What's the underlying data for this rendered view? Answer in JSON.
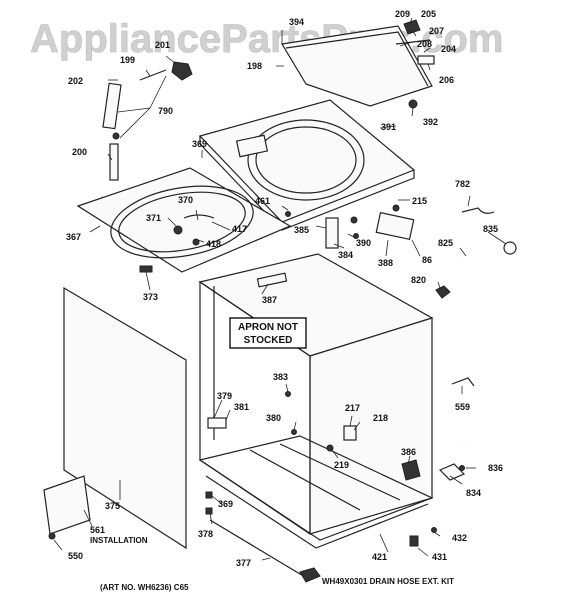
{
  "watermark": "AppliancePartsPros.com",
  "callouts": {
    "p394": "394",
    "p209": "209",
    "p205": "205",
    "p207": "207",
    "p208": "208",
    "p204": "204",
    "p206": "206",
    "p198": "198",
    "p392": "392",
    "p391": "391",
    "p201": "201",
    "p199": "199",
    "p202": "202",
    "p790": "790",
    "p369a": "369",
    "p200": "200",
    "p782": "782",
    "p215": "215",
    "p461": "461",
    "p370": "370",
    "p371": "371",
    "p417": "417",
    "p418": "418",
    "p367": "367",
    "p385": "385",
    "p390": "390",
    "p384": "384",
    "p388": "388",
    "p86": "86",
    "p825": "825",
    "p835": "835",
    "p820": "820",
    "p373": "373",
    "p387": "387",
    "p383": "383",
    "p379": "379",
    "p381": "381",
    "p380": "380",
    "p217": "217",
    "p218": "218",
    "p219": "219",
    "p559": "559",
    "p386": "386",
    "p836": "836",
    "p834": "834",
    "p375": "375",
    "p369b": "369",
    "p378": "378",
    "p561": "561",
    "p550": "550",
    "p377": "377",
    "p421": "421",
    "p432": "432",
    "p431": "431"
  },
  "notes": {
    "apron_line1": "APRON NOT",
    "apron_line2": "STOCKED",
    "installation": "INSTALLATION",
    "art_no": "(ART NO. WH6236) C65",
    "drain_kit": "WH49X0301 DRAIN HOSE EXT. KIT"
  }
}
